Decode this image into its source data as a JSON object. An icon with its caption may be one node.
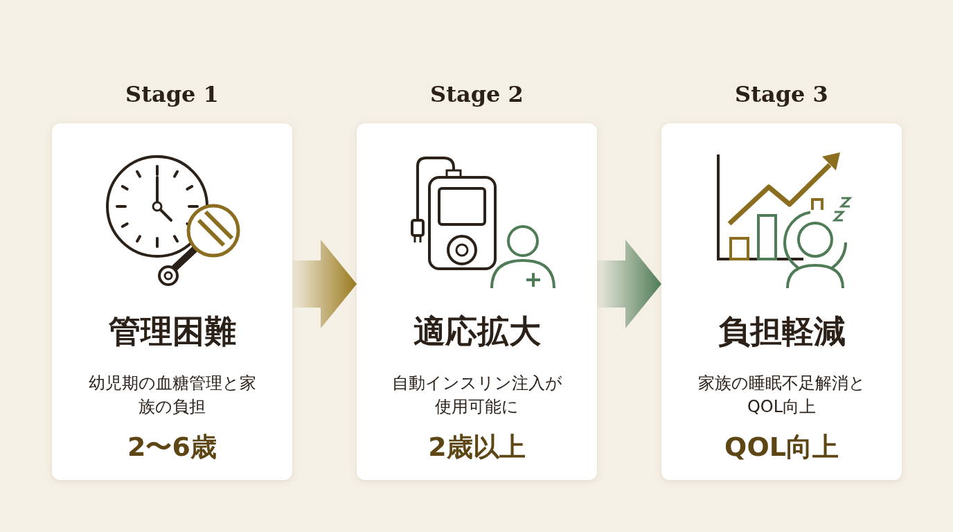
{
  "diagram": {
    "nodes": [
      {
        "text": [
          "Stage 1",
          "管理困難",
          "幼児期の血糖管理と家族の負担",
          "2〜6歳"
        ]
      },
      {
        "text": [
          "Stage 2",
          "適応拡大",
          "自動インスリン注入が使用可能に",
          "2歳以上"
        ]
      },
      {
        "text": [
          "Stage 3",
          "負担軽減",
          "家族の睡眠不足解消とQOL向上",
          "QOL向上"
        ]
      }
    ],
    "edges": [
      {
        "from": 0,
        "to": 1,
        "arrow": "to",
        "color": "#9a7a1e"
      },
      {
        "from": 1,
        "to": 2,
        "arrow": "to",
        "color": "#4f7b56"
      }
    ]
  }
}
